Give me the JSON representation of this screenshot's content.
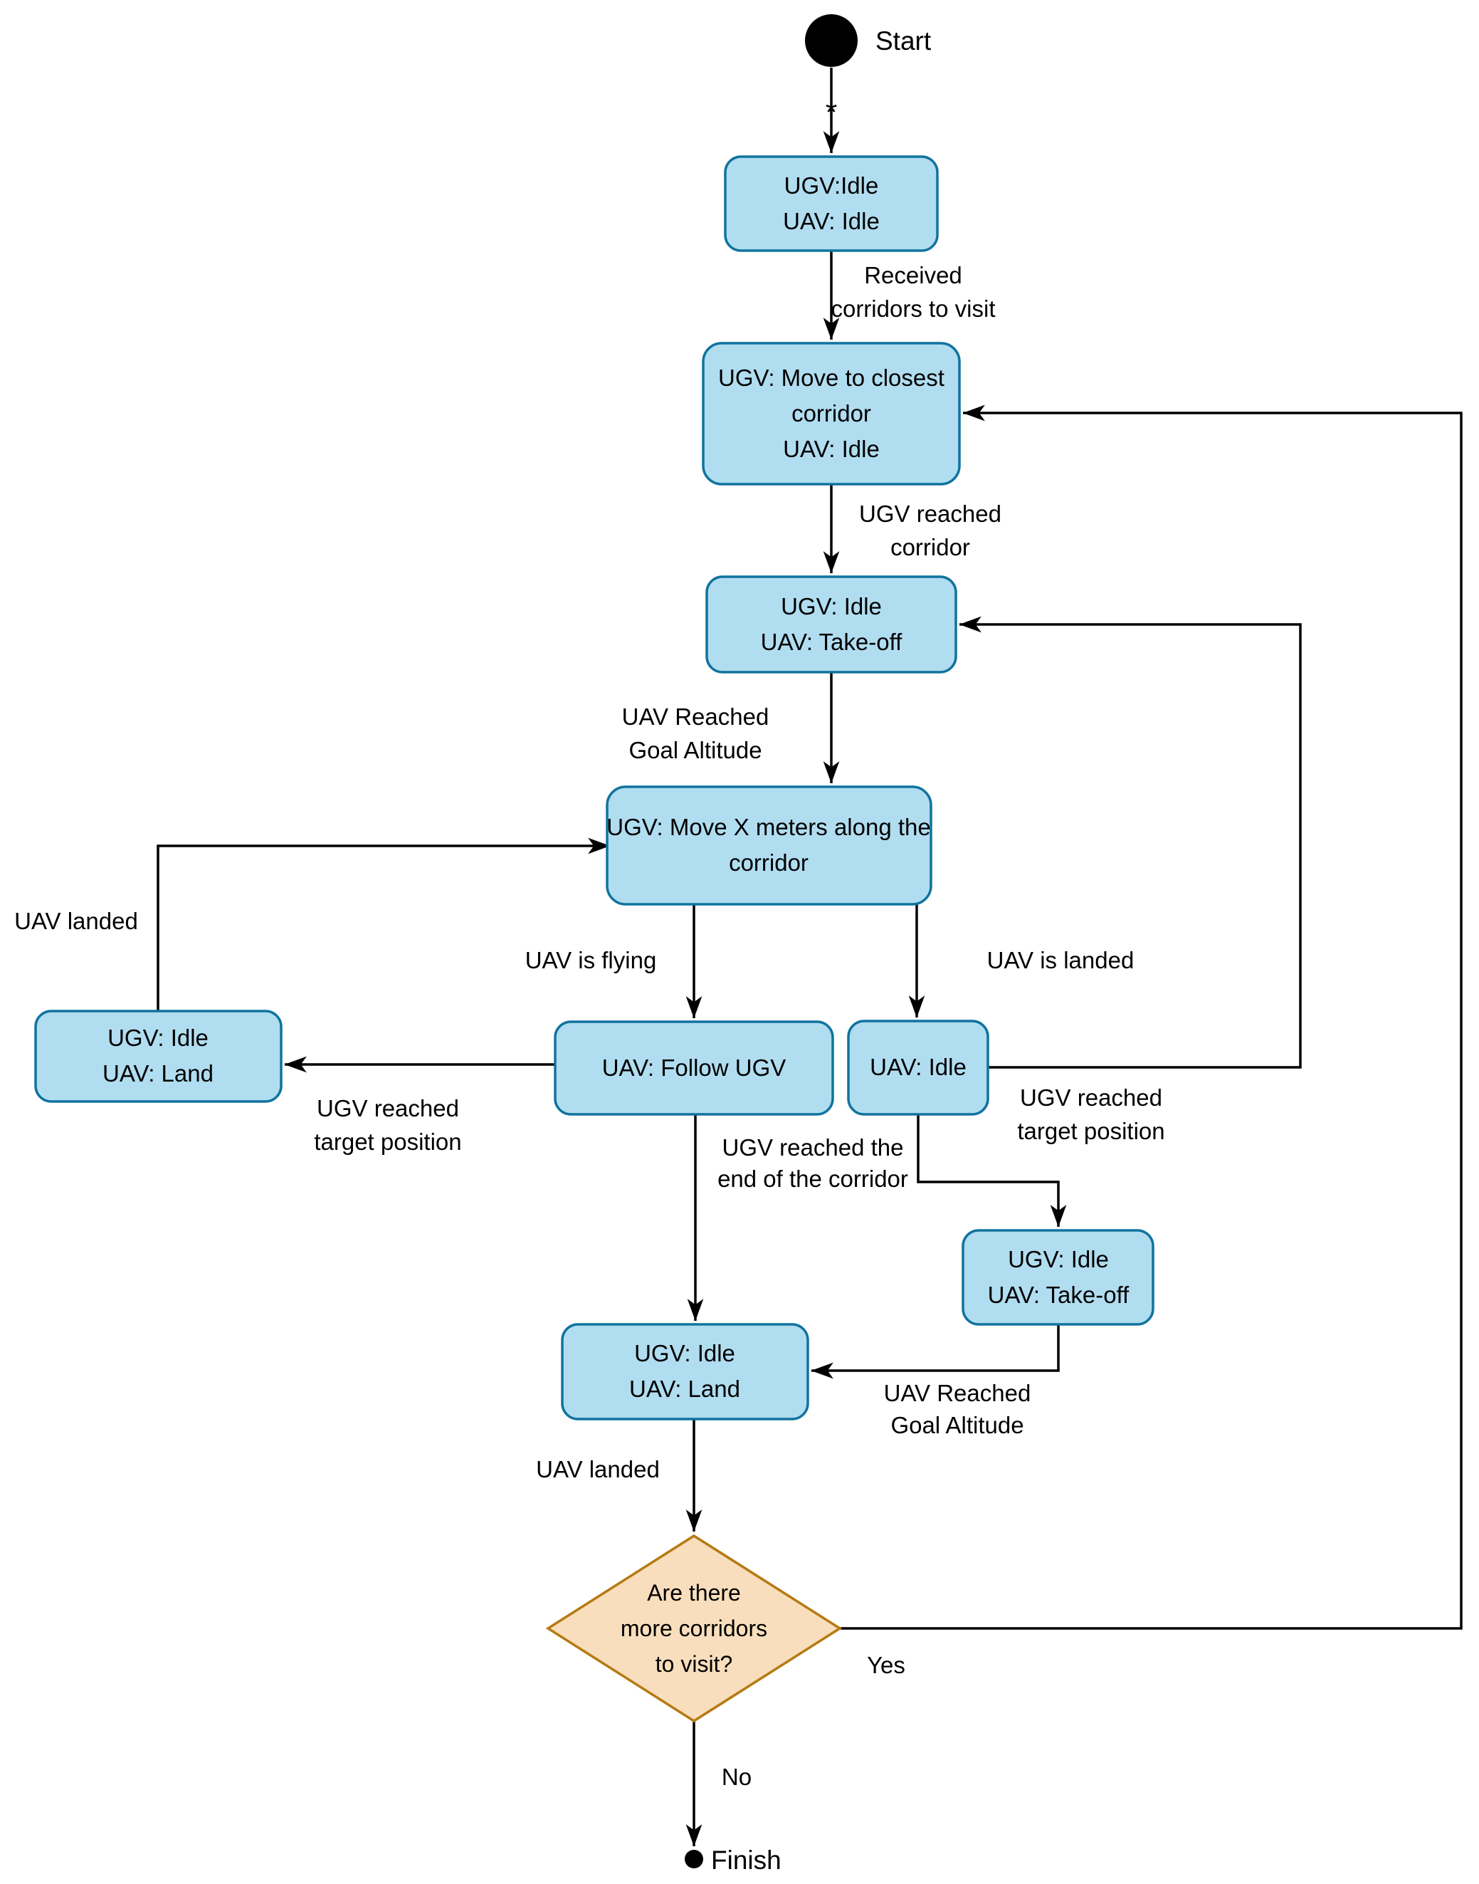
{
  "diagram": {
    "colors": {
      "state_fill": "#B1DDF0",
      "state_stroke": "#10739E",
      "decision_fill": "#F8DEBC",
      "decision_stroke": "#B67A12",
      "line": "#000000",
      "text": "#000000"
    },
    "start": {
      "label": "Start"
    },
    "finish": {
      "label": "Finish"
    },
    "init_marker": "*",
    "states": {
      "idle_idle": {
        "lines": [
          "UGV:Idle",
          "UAV: Idle"
        ]
      },
      "move_closest": {
        "lines": [
          "UGV: Move to closest",
          "corridor",
          "UAV: Idle"
        ]
      },
      "takeoff_1": {
        "lines": [
          "UGV: Idle",
          "UAV: Take-off"
        ]
      },
      "move_x": {
        "lines": [
          "UGV: Move X meters along the",
          "corridor"
        ]
      },
      "follow_ugv": {
        "lines": [
          "UAV: Follow UGV"
        ]
      },
      "uav_idle": {
        "lines": [
          "UAV: Idle"
        ]
      },
      "land_left": {
        "lines": [
          "UGV: Idle",
          "UAV: Land"
        ]
      },
      "takeoff_2": {
        "lines": [
          "UGV: Idle",
          "UAV: Take-off"
        ]
      },
      "land_center": {
        "lines": [
          "UGV: Idle",
          "UAV: Land"
        ]
      }
    },
    "decision": {
      "lines": [
        "Are there",
        "more corridors",
        "to visit?"
      ]
    },
    "edge_labels": {
      "received": [
        "Received",
        "corridors to visit"
      ],
      "reached_corridor": [
        "UGV reached",
        "corridor"
      ],
      "goal_altitude_1": [
        "UAV Reached",
        "Goal Altitude"
      ],
      "uav_is_flying": "UAV is flying",
      "uav_is_landed": "UAV is landed",
      "uav_landed_left": "UAV landed",
      "reached_target_left": [
        "UGV reached",
        "target position"
      ],
      "reached_target_right": [
        "UGV reached",
        "target position"
      ],
      "end_of_corridor": [
        "UGV reached the",
        "end of the corridor"
      ],
      "goal_altitude_2": [
        "UAV Reached",
        "Goal Altitude"
      ],
      "uav_landed_bottom": "UAV landed",
      "yes": "Yes",
      "no": "No"
    }
  }
}
